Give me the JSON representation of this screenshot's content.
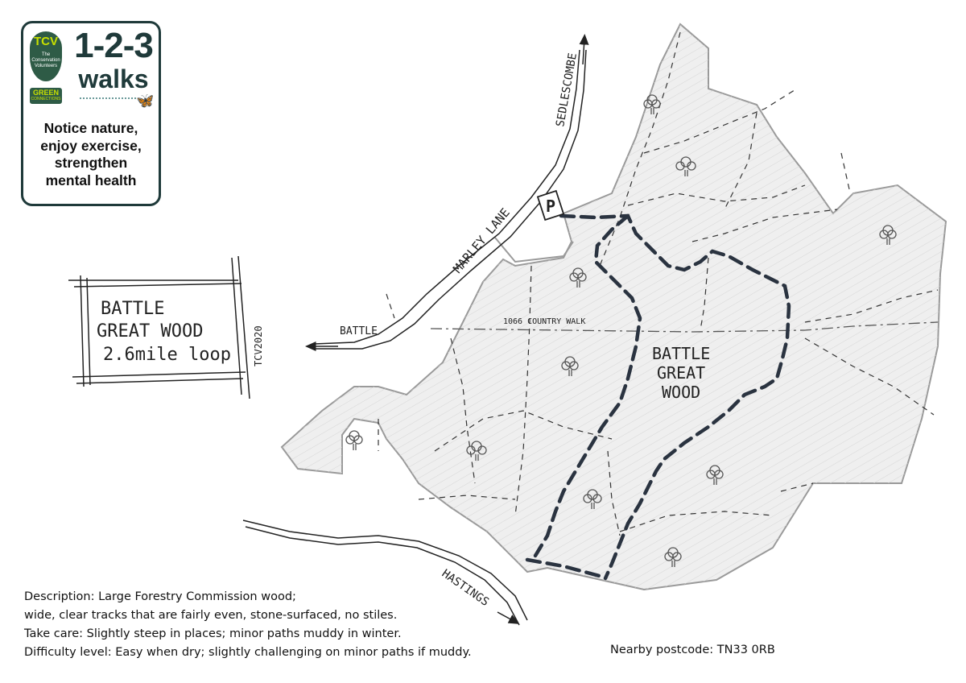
{
  "logo": {
    "tcv": "TCV",
    "org_name": "The Conservation Volunteers",
    "green": "GREEN",
    "connections": "CONNECTIONS",
    "brand_numbers": "1-2-3",
    "brand_word": "walks",
    "tagline": [
      "Notice nature,",
      "enjoy exercise,",
      "strengthen",
      "mental health"
    ]
  },
  "title_box": {
    "lines": [
      "BATTLE",
      "GREAT WOOD",
      "2.6mile loop"
    ],
    "credit": "TCV2020"
  },
  "map_labels": {
    "sedlescombe": "SEDLESCOMBE",
    "marley_lane": "MARLEY LANE",
    "battle": "BATTLE",
    "country_walk": "1066 COUNTRY WALK",
    "wood_name": [
      "BATTLE",
      "GREAT",
      "WOOD"
    ],
    "hastings": "HASTINGS",
    "parking": "P"
  },
  "description": [
    "Description: Large Forestry Commission wood;",
    "wide, clear tracks that are fairly even, stone-surfaced, no stiles.",
    "Take care: Slightly steep in places; minor paths muddy in winter.",
    "Difficulty level: Easy when dry; slightly challenging on minor paths if muddy."
  ],
  "postcode": "Nearby postcode: TN33 0RB",
  "colors": {
    "logo_dark": "#1f3a3a",
    "logo_green": "#2e5b46",
    "logo_lime": "#c8e000",
    "route": "#2a3340",
    "woodland": "#efefef",
    "outline": "#9a9a9a"
  },
  "icons": [
    "tree-icon",
    "butterfly-icon",
    "arrow-icon",
    "parking-icon"
  ]
}
